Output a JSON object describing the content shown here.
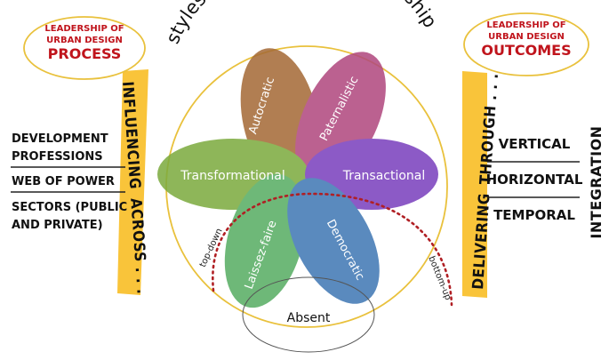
{
  "title": "styles of urban design leadership",
  "process_oval": {
    "line1": "LEADERSHIP OF",
    "line2": "URBAN DESIGN",
    "line3": "PROCESS"
  },
  "outcomes_oval": {
    "line1": "LEADERSHIP OF",
    "line2": "URBAN DESIGN",
    "line3": "OUTCOMES"
  },
  "left_bar": {
    "part1": "INFLUENCING",
    "part2": "ACROSS . . ."
  },
  "right_bar": {
    "part1": "DELIVERING",
    "part2": "THROUGH . . ."
  },
  "left_list": {
    "item1_line1": "DEVELOPMENT",
    "item1_line2": "PROFESSIONS",
    "item2": "WEB OF POWER",
    "item3_line1": "SECTORS (PUBLIC",
    "item3_line2": "AND PRIVATE)"
  },
  "right_list": {
    "item1": "VERTICAL",
    "item2": "HORIZONTAL",
    "item3": "TEMPORAL"
  },
  "integration": "INTEGRATION",
  "petals": {
    "autocratic": "Autocratic",
    "paternalistic": "Paternalistic",
    "transformational": "Transformational",
    "transactional": "Transactional",
    "laissez_faire": "Laissez-faire",
    "democratic": "Democratic"
  },
  "top_down": "top-down",
  "bottom_up": "bottom-up",
  "absent": "Absent",
  "colors": {
    "autocratic": "#a56a36",
    "paternalistic": "#b0487e",
    "transformational": "#7cab3e",
    "transactional": "#7a3fbd",
    "laissez_faire": "#57ad63",
    "democratic": "#3f77b4",
    "bar": "#f9c43a",
    "oval_outline": "#e9c13c",
    "accent_red": "#c0141c",
    "dotted": "#b01f24"
  }
}
